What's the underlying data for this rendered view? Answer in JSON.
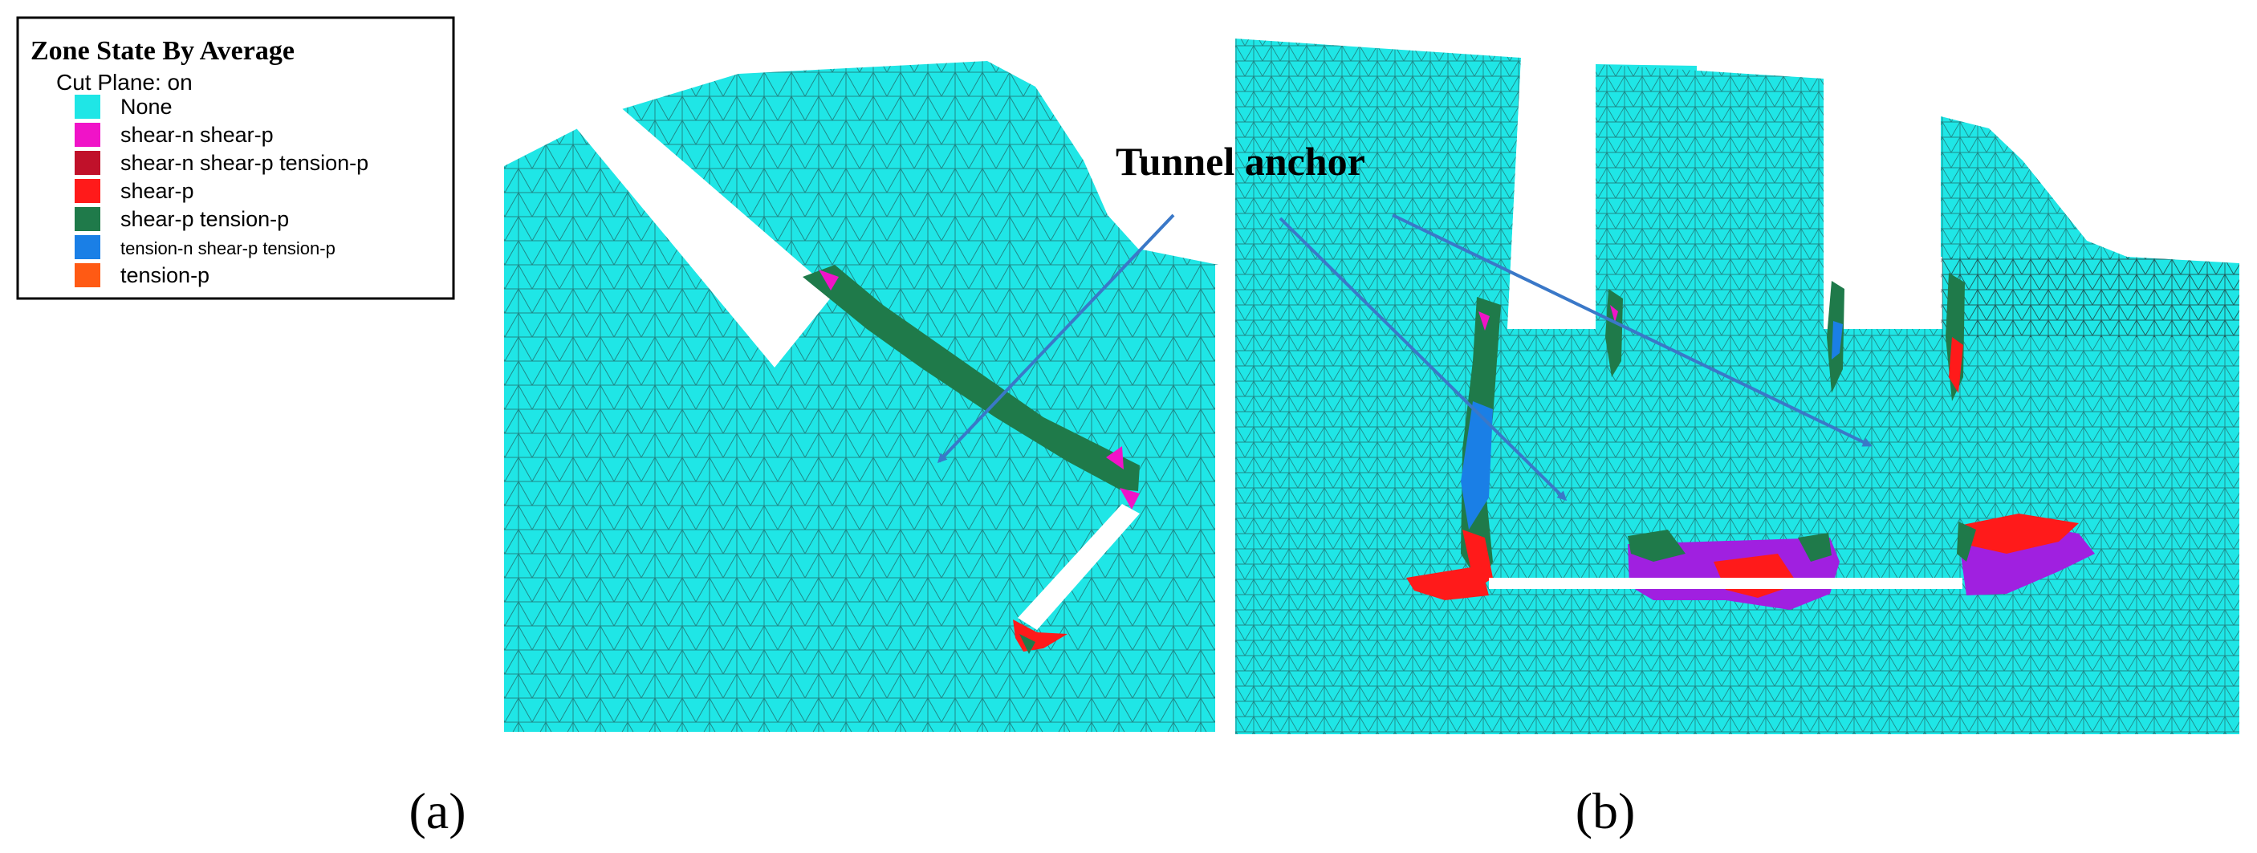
{
  "legend": {
    "title": "Zone State By Average",
    "subtitle": "Cut Plane: on",
    "items": [
      {
        "label": "None",
        "color": "#1fe6e6"
      },
      {
        "label": "shear-n shear-p",
        "color": "#f013c8"
      },
      {
        "label": "shear-n shear-p tension-p",
        "color": "#c0112a"
      },
      {
        "label": "shear-p",
        "color": "#ff1a1a"
      },
      {
        "label": "shear-p tension-p",
        "color": "#1f7a4a"
      },
      {
        "label": "tension-n shear-p tension-p",
        "color": "#1a7fe6"
      },
      {
        "label": "tension-p",
        "color": "#ff5a14"
      }
    ]
  },
  "annotation": {
    "text": "Tunnel anchor",
    "arrow_color": "#3a78c8"
  },
  "panels": [
    {
      "label": "(a)"
    },
    {
      "label": "(b)"
    }
  ],
  "colors": {
    "mesh": "#1fe6e6",
    "mesh_lines": "#1e3b3b",
    "extra_zone": "#a020e0"
  }
}
